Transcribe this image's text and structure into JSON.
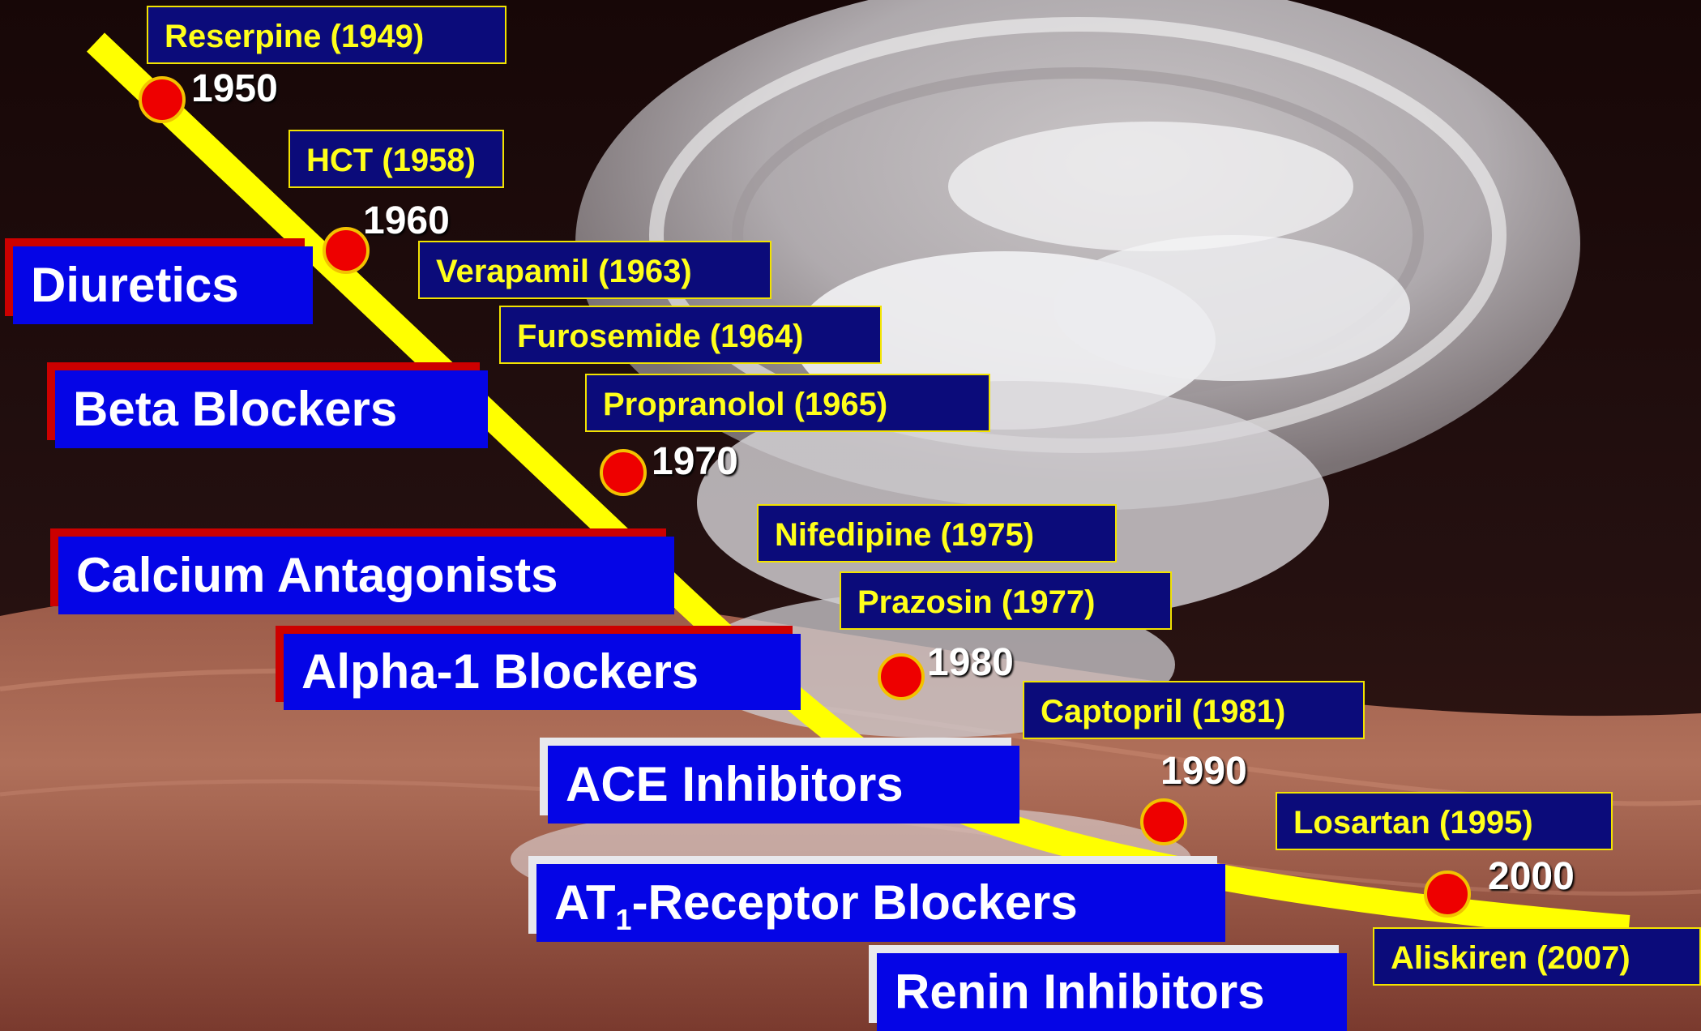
{
  "drugs": [
    {
      "label": "Reserpine (1949)"
    },
    {
      "label": "HCT (1958)"
    },
    {
      "label": "Verapamil (1963)"
    },
    {
      "label": "Furosemide (1964)"
    },
    {
      "label": "Propranolol (1965)"
    },
    {
      "label": "Nifedipine (1975)"
    },
    {
      "label": "Prazosin (1977)"
    },
    {
      "label": "Captopril (1981)"
    },
    {
      "label": "Losartan (1995)"
    },
    {
      "label": "Aliskiren (2007)"
    }
  ],
  "classes": [
    {
      "label": "Diuretics"
    },
    {
      "label": "Beta Blockers"
    },
    {
      "label": "Calcium Antagonists"
    },
    {
      "label": "Alpha-1 Blockers"
    },
    {
      "label": "ACE Inhibitors"
    },
    {
      "label_prefix": "AT",
      "label_sub": "1",
      "label_suffix": "-Receptor Blockers"
    },
    {
      "label": "Renin Inhibitors"
    }
  ],
  "years": [
    "1950",
    "1960",
    "1970",
    "1980",
    "1990",
    "2000"
  ],
  "colors": {
    "timeline": "#ffff00",
    "node": "#ee0000",
    "class_box": "#0505e6",
    "drug_box": "#0b0b7a",
    "drug_text": "#ffff1a",
    "drug_border": "#f2e300"
  }
}
